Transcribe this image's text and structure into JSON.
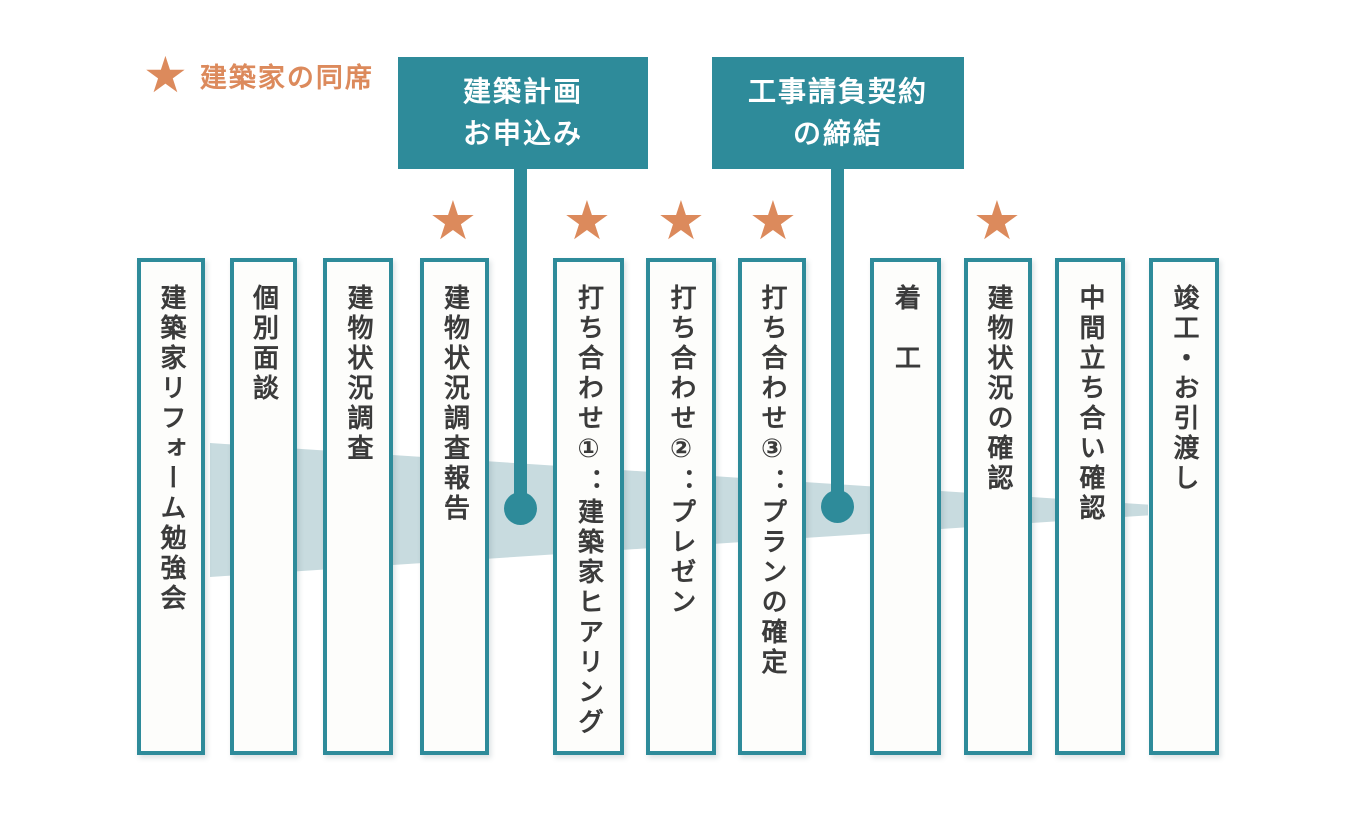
{
  "colors": {
    "teal": "#2E8B9A",
    "orange": "#DC8A5C",
    "band": "#C8DBDF",
    "barbg": "#FDFDFB",
    "ink": "#3B3B3B"
  },
  "icons": {
    "star": "★"
  },
  "legend": {
    "label": "建築家の同席"
  },
  "callouts": [
    {
      "id": "application",
      "lines": [
        "建築計画",
        "お申込み"
      ]
    },
    {
      "id": "contract",
      "lines": [
        "工事請負契約",
        "の締結"
      ]
    }
  ],
  "steps": [
    {
      "label": "建築家リフォーム勉強会",
      "architect_star": false
    },
    {
      "label": "個別面談",
      "architect_star": false
    },
    {
      "label": "建物状況調査",
      "architect_star": false
    },
    {
      "label": "建物状況調査報告",
      "architect_star": true
    },
    {
      "label": "打ち合わせ①：建築家ヒアリング",
      "architect_star": true
    },
    {
      "label": "打ち合わせ②：プレゼン",
      "architect_star": true
    },
    {
      "label": "打ち合わせ③：プランの確定",
      "architect_star": true
    },
    {
      "label": "着　工",
      "architect_star": false
    },
    {
      "label": "建物状況の確認",
      "architect_star": true
    },
    {
      "label": "中間立ち合い確認",
      "architect_star": false
    },
    {
      "label": "竣工・お引渡し",
      "architect_star": false
    }
  ]
}
